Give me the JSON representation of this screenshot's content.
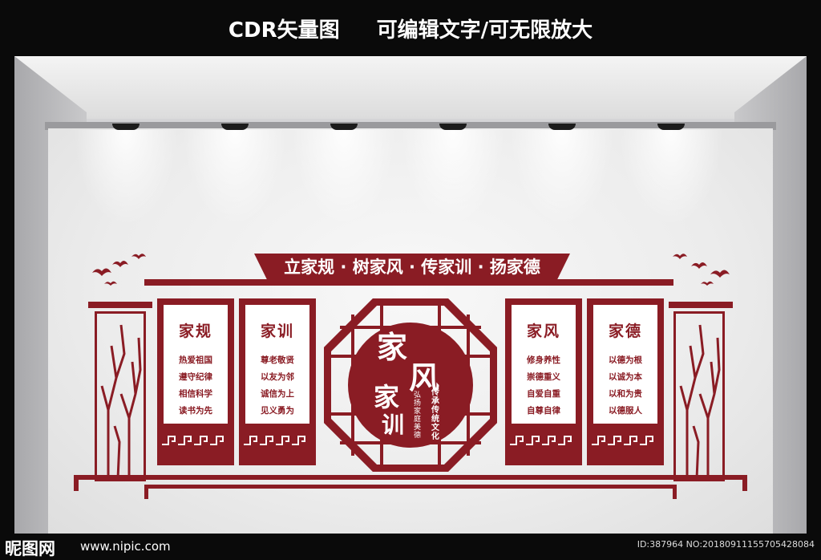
{
  "header": {
    "format_label": "CDR矢量图",
    "feature_label": "可编辑文字/可无限放大"
  },
  "colors": {
    "accent_red": "#8a1c24",
    "wall": "#ececec",
    "background": "#0a0a0a"
  },
  "wall": {
    "tagline": "立家规 · 树家风 · 传家训 · 扬家德",
    "panels": [
      {
        "title": "家规",
        "lines": [
          "热爱祖国",
          "遵守纪律",
          "相信科学",
          "读书为先"
        ]
      },
      {
        "title": "家训",
        "lines": [
          "尊老敬贤",
          "以友为邻",
          "诚信为上",
          "见义勇为"
        ]
      },
      {
        "title": "家风",
        "lines": [
          "修身养性",
          "崇德重义",
          "自爱自重",
          "自尊自律"
        ]
      },
      {
        "title": "家德",
        "lines": [
          "以德为根",
          "以诚为本",
          "以和为贵",
          "以德服人"
        ]
      }
    ],
    "center_seal": {
      "char_1": "家",
      "char_2": "风",
      "char_3": "家",
      "char_4": "训",
      "sub_col_1": "传承传统文化",
      "sub_col_2": "弘扬家庭美德"
    }
  },
  "watermark": {
    "site_name": "昵图网",
    "site_url": "www.nipic.com",
    "id_text": "ID:387964 NO:20180911155705428084"
  }
}
